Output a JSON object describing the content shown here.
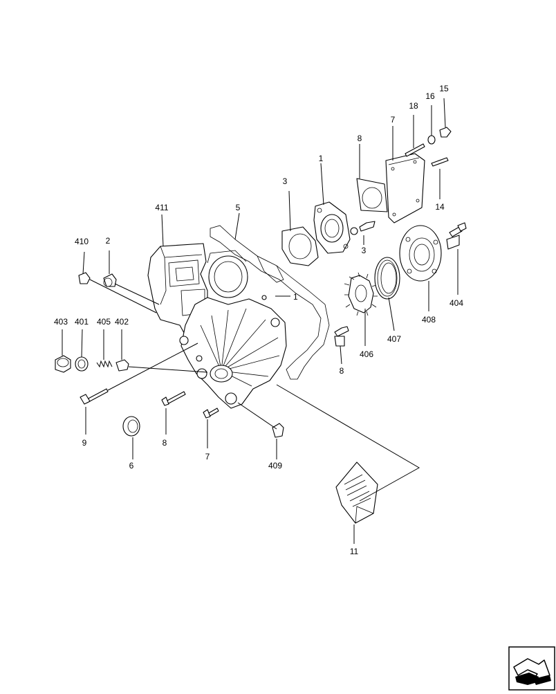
{
  "diagram": {
    "callouts": {
      "c1a": "1",
      "c1b": "1",
      "c2": "2",
      "c3a": "3",
      "c3b": "3",
      "c5": "5",
      "c6": "6",
      "c7a": "7",
      "c7b": "7",
      "c8a": "8",
      "c8b": "8",
      "c8c": "8",
      "c9": "9",
      "c11": "11",
      "c14": "14",
      "c15": "15",
      "c16": "16",
      "c18": "18",
      "c401": "401",
      "c402": "402",
      "c403": "403",
      "c404": "404",
      "c405": "405",
      "c406": "406",
      "c407": "407",
      "c408": "408",
      "c409": "409",
      "c410": "410",
      "c411": "411"
    },
    "nav_icon": "next-page-arrow-icon"
  }
}
